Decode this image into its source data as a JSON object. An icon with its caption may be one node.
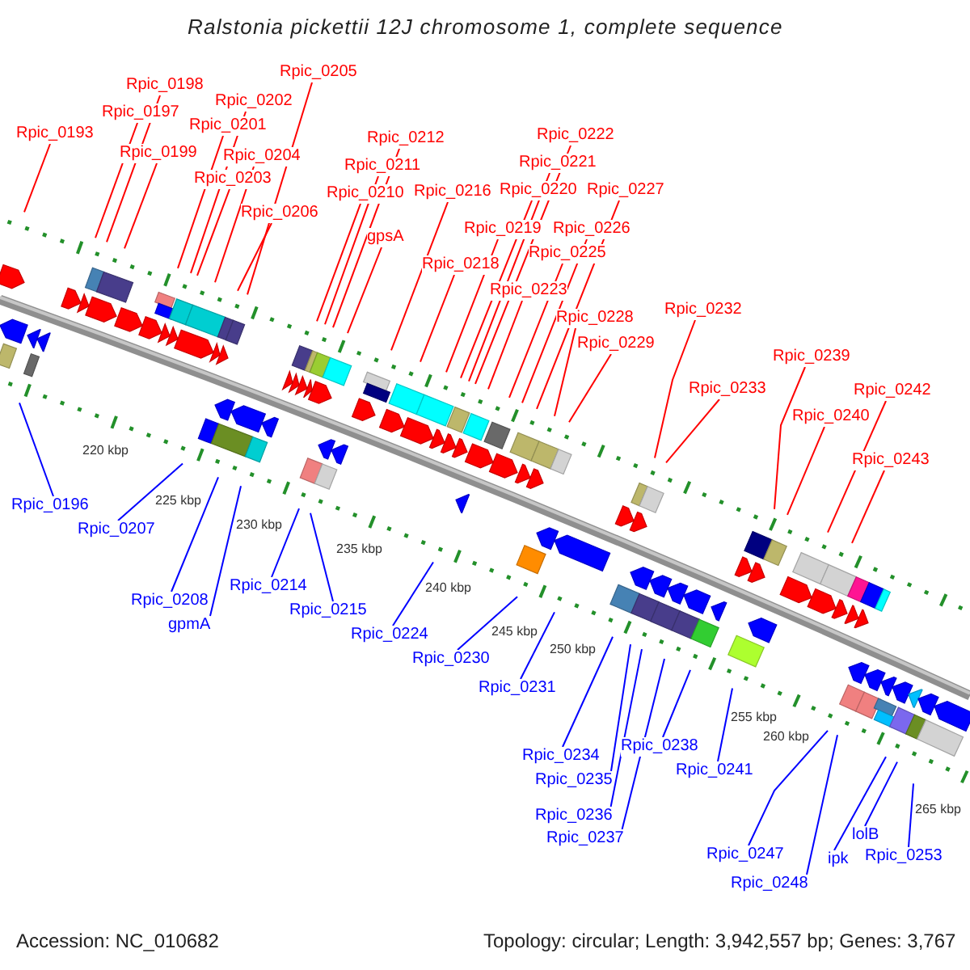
{
  "diagram": {
    "title": "Ralstonia pickettii 12J chromosome 1, complete sequence",
    "nodes": [
      {
        "text": [
          "Rpic_0193"
        ]
      },
      {
        "text": [
          "Rpic_0196"
        ]
      },
      {
        "text": [
          "Rpic_0197"
        ]
      },
      {
        "text": [
          "Rpic_0198"
        ]
      },
      {
        "text": [
          "Rpic_0199"
        ]
      },
      {
        "text": [
          "Rpic_0201"
        ]
      },
      {
        "text": [
          "Rpic_0202"
        ]
      },
      {
        "text": [
          "Rpic_0203"
        ]
      },
      {
        "text": [
          "Rpic_0204"
        ]
      },
      {
        "text": [
          "Rpic_0205"
        ]
      },
      {
        "text": [
          "Rpic_0206"
        ]
      },
      {
        "text": [
          "Rpic_0207"
        ]
      },
      {
        "text": [
          "Rpic_0208"
        ]
      },
      {
        "text": [
          "gpmA"
        ]
      },
      {
        "text": [
          "Rpic_0210"
        ]
      },
      {
        "text": [
          "Rpic_0211"
        ]
      },
      {
        "text": [
          "Rpic_0212"
        ]
      },
      {
        "text": [
          "gpsA"
        ]
      },
      {
        "text": [
          "Rpic_0214"
        ]
      },
      {
        "text": [
          "Rpic_0215"
        ]
      },
      {
        "text": [
          "Rpic_0216"
        ]
      },
      {
        "text": [
          "Rpic_0218"
        ]
      },
      {
        "text": [
          "Rpic_0219"
        ]
      },
      {
        "text": [
          "Rpic_0220"
        ]
      },
      {
        "text": [
          "Rpic_0221"
        ]
      },
      {
        "text": [
          "Rpic_0222"
        ]
      },
      {
        "text": [
          "Rpic_0223"
        ]
      },
      {
        "text": [
          "Rpic_0224"
        ]
      },
      {
        "text": [
          "Rpic_0225"
        ]
      },
      {
        "text": [
          "Rpic_0226"
        ]
      },
      {
        "text": [
          "Rpic_0227"
        ]
      },
      {
        "text": [
          "Rpic_0228"
        ]
      },
      {
        "text": [
          "Rpic_0229"
        ]
      },
      {
        "text": [
          "Rpic_0230"
        ]
      },
      {
        "text": [
          "Rpic_0231"
        ]
      },
      {
        "text": [
          "Rpic_0232"
        ]
      },
      {
        "text": [
          "Rpic_0233"
        ]
      },
      {
        "text": [
          "Rpic_0234"
        ]
      },
      {
        "text": [
          "Rpic_0235"
        ]
      },
      {
        "text": [
          "Rpic_0236"
        ]
      },
      {
        "text": [
          "Rpic_0237"
        ]
      },
      {
        "text": [
          "Rpic_0238"
        ]
      },
      {
        "text": [
          "Rpic_0239"
        ]
      },
      {
        "text": [
          "Rpic_0240"
        ]
      },
      {
        "text": [
          "Rpic_0241"
        ]
      },
      {
        "text": [
          "Rpic_0242"
        ]
      },
      {
        "text": [
          "Rpic_0243"
        ]
      },
      {
        "text": [
          "Rpic_0247"
        ]
      },
      {
        "text": [
          "Rpic_0248"
        ]
      },
      {
        "text": [
          "ipk"
        ]
      },
      {
        "text": [
          "lolB"
        ]
      },
      {
        "text": [
          "Rpic_0253"
        ]
      }
    ],
    "edges": [
      {
        "from": 0,
        "to": null,
        "arrow": "none"
      },
      {
        "from": 1,
        "to": null,
        "arrow": "none",
        "color": "#0000ff"
      },
      {
        "from": 2,
        "to": null,
        "arrow": "none"
      },
      {
        "from": 3,
        "to": null,
        "arrow": "none"
      },
      {
        "from": 4,
        "to": null,
        "arrow": "none"
      },
      {
        "from": 5,
        "to": null,
        "arrow": "none"
      },
      {
        "from": 6,
        "to": null,
        "arrow": "none"
      },
      {
        "from": 7,
        "to": null,
        "arrow": "none"
      },
      {
        "from": 8,
        "to": null,
        "arrow": "none"
      },
      {
        "from": 9,
        "to": null,
        "arrow": "none"
      },
      {
        "from": 10,
        "to": null,
        "arrow": "none"
      },
      {
        "from": 11,
        "to": null,
        "arrow": "none",
        "color": "#0000ff"
      },
      {
        "from": 12,
        "to": null,
        "arrow": "none",
        "color": "#0000ff"
      },
      {
        "from": 13,
        "to": null,
        "arrow": "none",
        "color": "#0000ff"
      },
      {
        "from": 14,
        "to": null,
        "arrow": "none"
      },
      {
        "from": 15,
        "to": null,
        "arrow": "none"
      },
      {
        "from": 16,
        "to": null,
        "arrow": "none"
      },
      {
        "from": 17,
        "to": null,
        "arrow": "none"
      },
      {
        "from": 18,
        "to": null,
        "arrow": "none",
        "color": "#0000ff"
      },
      {
        "from": 19,
        "to": null,
        "arrow": "none",
        "color": "#0000ff"
      },
      {
        "from": 20,
        "to": null,
        "arrow": "none"
      },
      {
        "from": 21,
        "to": null,
        "arrow": "none"
      },
      {
        "from": 22,
        "to": null,
        "arrow": "none"
      },
      {
        "from": 23,
        "to": null,
        "arrow": "none"
      },
      {
        "from": 24,
        "to": null,
        "arrow": "none"
      },
      {
        "from": 25,
        "to": null,
        "arrow": "none"
      },
      {
        "from": 26,
        "to": null,
        "arrow": "none"
      },
      {
        "from": 27,
        "to": null,
        "arrow": "none",
        "color": "#0000ff"
      },
      {
        "from": 28,
        "to": null,
        "arrow": "none"
      },
      {
        "from": 29,
        "to": null,
        "arrow": "none"
      },
      {
        "from": 30,
        "to": null,
        "arrow": "none"
      },
      {
        "from": 31,
        "to": null,
        "arrow": "none"
      },
      {
        "from": 32,
        "to": null,
        "arrow": "none"
      },
      {
        "from": 33,
        "to": null,
        "arrow": "none",
        "color": "#0000ff"
      },
      {
        "from": 34,
        "to": null,
        "arrow": "none",
        "color": "#0000ff"
      },
      {
        "from": 35,
        "to": null,
        "arrow": "none"
      },
      {
        "from": 36,
        "to": null,
        "arrow": "none"
      },
      {
        "from": 37,
        "to": null,
        "arrow": "none",
        "color": "#0000ff"
      },
      {
        "from": 38,
        "to": null,
        "arrow": "none",
        "color": "#0000ff"
      },
      {
        "from": 39,
        "to": null,
        "arrow": "none",
        "color": "#0000ff"
      },
      {
        "from": 40,
        "to": null,
        "arrow": "none",
        "color": "#0000ff"
      },
      {
        "from": 41,
        "to": null,
        "arrow": "none",
        "color": "#0000ff"
      },
      {
        "from": 42,
        "to": null,
        "arrow": "none"
      },
      {
        "from": 43,
        "to": null,
        "arrow": "none"
      },
      {
        "from": 44,
        "to": null,
        "arrow": "none",
        "color": "#0000ff"
      },
      {
        "from": 45,
        "to": null,
        "arrow": "none"
      },
      {
        "from": 46,
        "to": null,
        "arrow": "none"
      },
      {
        "from": 47,
        "to": null,
        "arrow": "none",
        "color": "#0000ff"
      },
      {
        "from": 48,
        "to": null,
        "arrow": "none",
        "color": "#0000ff"
      },
      {
        "from": 49,
        "to": null,
        "arrow": "none",
        "color": "#0000ff"
      },
      {
        "from": 50,
        "to": null,
        "arrow": "none",
        "color": "#0000ff"
      },
      {
        "from": 51,
        "to": null,
        "arrow": "none",
        "color": "#0000ff"
      }
    ],
    "labels": [
      "220 kbp",
      "225 kbp",
      "230 kbp",
      "235 kbp",
      "240 kbp",
      "245 kbp",
      "250 kbp",
      "255 kbp",
      "260 kbp",
      "265 kbp",
      "Accession: NC_010682",
      "Topology: circular; Length: 3,942,557 bp; Genes: 3,767"
    ]
  }
}
